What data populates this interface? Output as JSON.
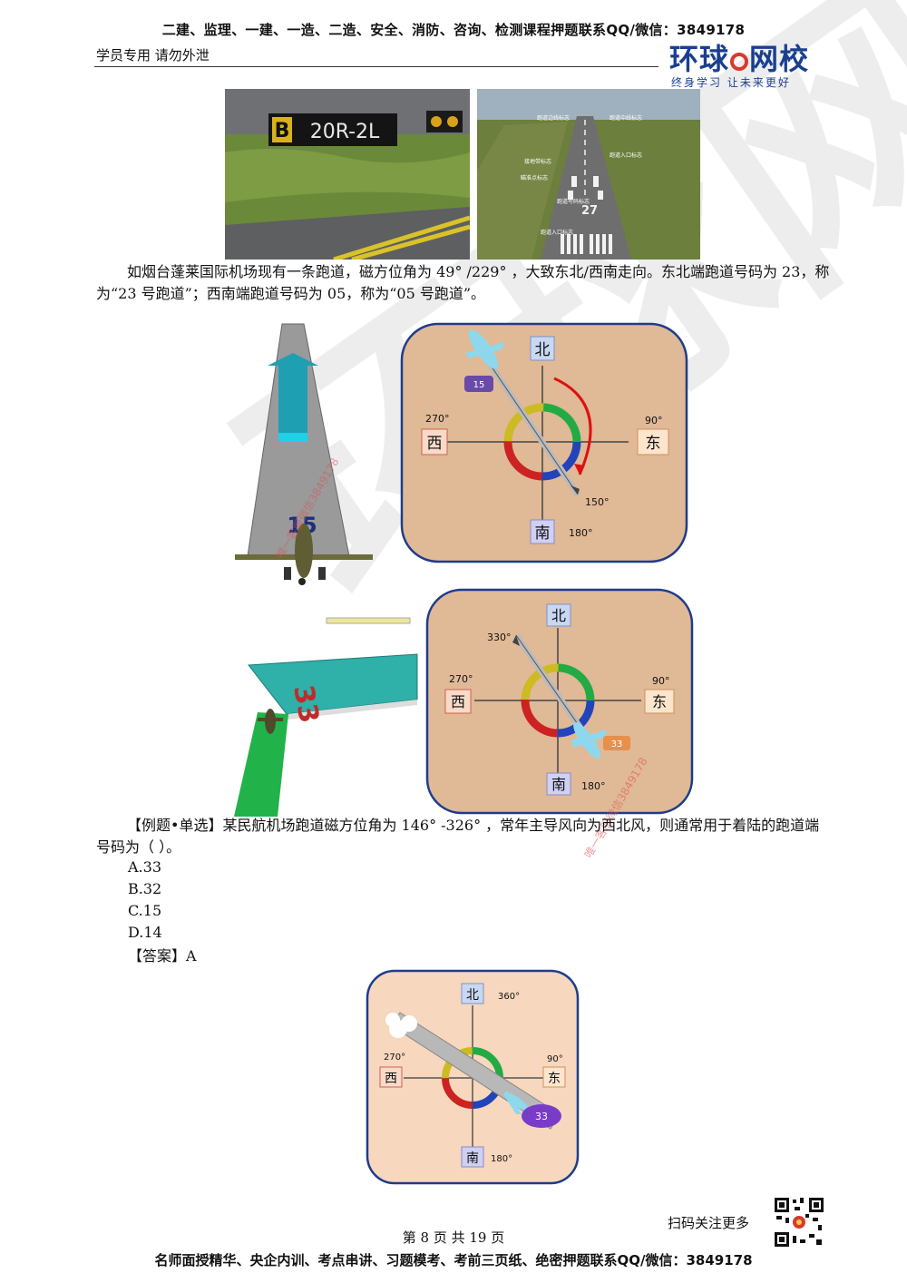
{
  "header": {
    "top_line": "二建、监理、一建、一造、二造、安全、消防、咨询、检测课程押题联系QQ/微信：3849178",
    "sub_line": "学员专用 请勿外泄",
    "logo_pre": "环球",
    "logo_post": "网校",
    "logo_slogan": "终身学习  让未来更好"
  },
  "photo_sign": {
    "letter": "B",
    "text": "20R-2L"
  },
  "photo_runway": {
    "number": "27",
    "labels": [
      "跑道边线标志",
      "跑道中线标志",
      "跑道入口标志",
      "接地带标志",
      "瞄准点标志",
      "跑道号码标志",
      "跑道入口标志"
    ]
  },
  "paragraph1": "如烟台蓬莱国际机场现有一条跑道，磁方位角为 49° /229° ，大致东北/西南走向。东北端跑道号码为 23，称为“23 号跑道”；西南端跑道号码为 05，称为“05 号跑道”。",
  "runway15": {
    "number": "15"
  },
  "compass1": {
    "north": "北",
    "south": "南",
    "east": "东",
    "west": "西",
    "deg_west": "270°",
    "deg_east": "90°",
    "deg_south": "180°",
    "heading": "150°",
    "badge": "15"
  },
  "runway33": {
    "number": "33"
  },
  "compass2": {
    "north": "北",
    "south": "南",
    "east": "东",
    "west": "西",
    "deg_west": "270°",
    "deg_east": "90°",
    "deg_south": "180°",
    "heading": "330°",
    "badge": "33"
  },
  "question": {
    "text": "【例题•单选】某民航机场跑道磁方位角为 146° -326° ，常年主导风向为西北风，则通常用于着陆的跑道端号码为（ ）。",
    "options": [
      "A.33",
      "B.32",
      "C.15",
      "D.14"
    ],
    "answer": "【答案】A"
  },
  "compass3": {
    "north": "北",
    "south": "南",
    "east": "东",
    "west": "西",
    "deg_north": "360°",
    "deg_west": "270°",
    "deg_east": "90°",
    "deg_south": "180°",
    "badge": "33"
  },
  "footer": {
    "scan_text": "扫码关注更多",
    "page_info": "第 8 页 共 19 页",
    "bottom_line": "名师面授精华、央企内训、考点串讲、习题模考、考前三页纸、绝密押题联系QQ/微信：3849178"
  },
  "watermark": {
    "big": "环球网校",
    "stamp1": "唯一客服微信3849178",
    "stamp2": "唯一客服微信3849178"
  },
  "colors": {
    "brand_blue": "#1a3f8f",
    "brand_red": "#d63b2e",
    "compass_bg": "#e9c7a3",
    "compass_border": "#1e3c8c"
  }
}
